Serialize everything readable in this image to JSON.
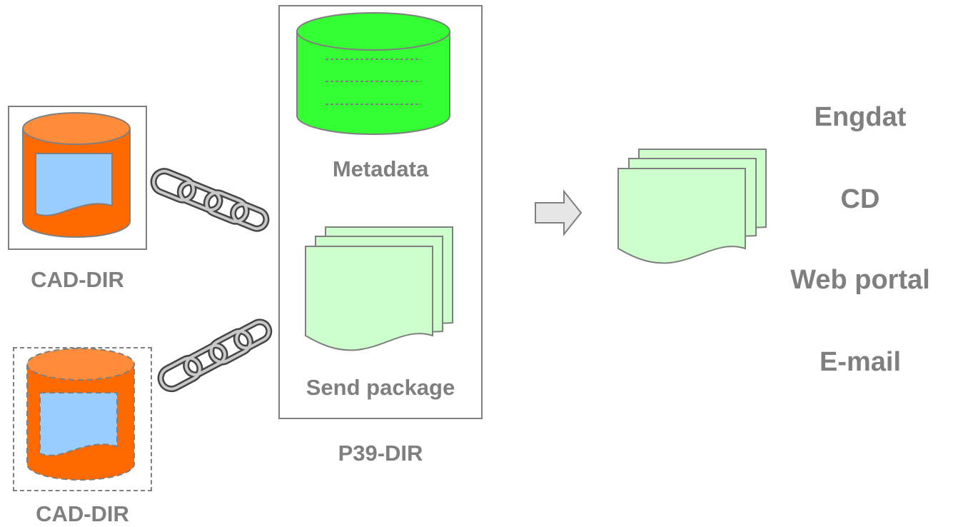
{
  "colors": {
    "label_gray": "#7f7f7f",
    "frame_gray": "#7f7f7f",
    "cad_orange_side": "#ff6a00",
    "cad_orange_top": "#ff8c3a",
    "cad_doc_blue": "#99ccff",
    "metadata_green": "#33ff33",
    "doc_green": "#ccffcc"
  },
  "cad_dir_1": {
    "label": "CAD-DIR",
    "icon": "database-cylinder-icon"
  },
  "cad_dir_2": {
    "label": "CAD-DIR",
    "icon": "database-cylinder-icon"
  },
  "links": {
    "icon": "chain-link-icon"
  },
  "p39": {
    "label": "P39-DIR",
    "metadata_label": "Metadata",
    "send_package_label": "Send package"
  },
  "arrow": {
    "icon": "right-arrow-icon"
  },
  "output_docs": {
    "icon": "document-stack-icon"
  },
  "channels": [
    "Engdat",
    "CD",
    "Web portal",
    "E-mail"
  ]
}
